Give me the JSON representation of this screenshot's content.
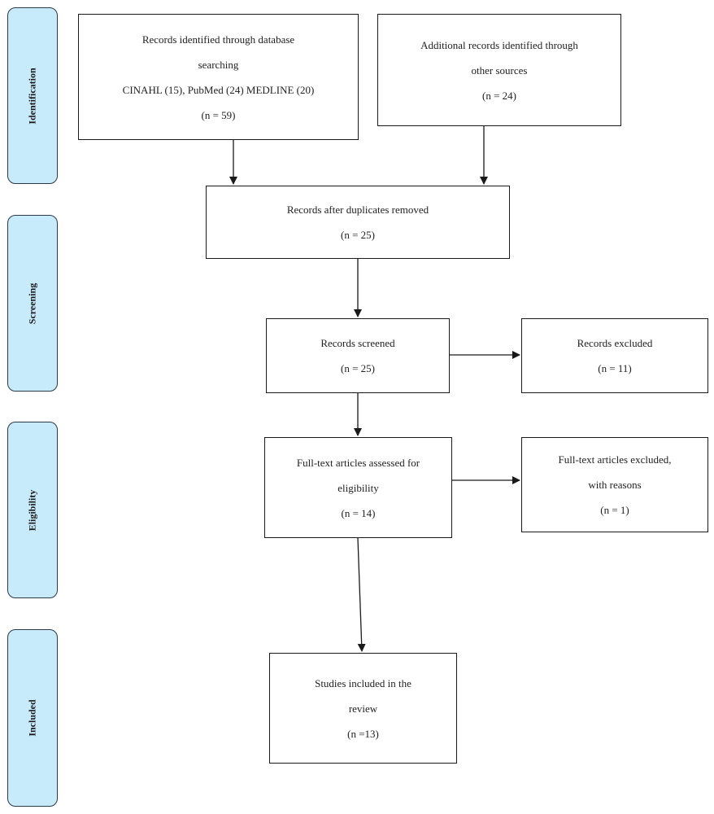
{
  "stages": {
    "identification": "Identification",
    "screening": "Screening",
    "eligibility": "Eligibility",
    "included": "Included"
  },
  "boxes": {
    "database_search": {
      "line1": "Records identified through database",
      "line2": "searching",
      "line3": "CINAHL (15), PubMed (24) MEDLINE (20)",
      "count": "(n = 59)"
    },
    "other_sources": {
      "line1": "Additional records identified through",
      "line2": "other sources",
      "count": "(n = 24)"
    },
    "duplicates_removed": {
      "line1": "Records after duplicates removed",
      "count": "(n = 25)"
    },
    "screened": {
      "line1": "Records screened",
      "count": "(n = 25)"
    },
    "excluded": {
      "line1": "Records excluded",
      "count": "(n = 11)"
    },
    "fulltext_assessed": {
      "line1": "Full-text articles assessed for",
      "line2": "eligibility",
      "count": "(n = 14)"
    },
    "fulltext_excluded": {
      "line1": "Full-text articles excluded,",
      "line2": "with reasons",
      "count": "(n = 1)"
    },
    "studies_included": {
      "line1": "Studies included in the",
      "line2": "review",
      "count": "(n =13)"
    }
  },
  "colors": {
    "stage_fill": "#c8ebfb",
    "stage_border": "#2b3a4a",
    "line": "#1a1a1a"
  }
}
